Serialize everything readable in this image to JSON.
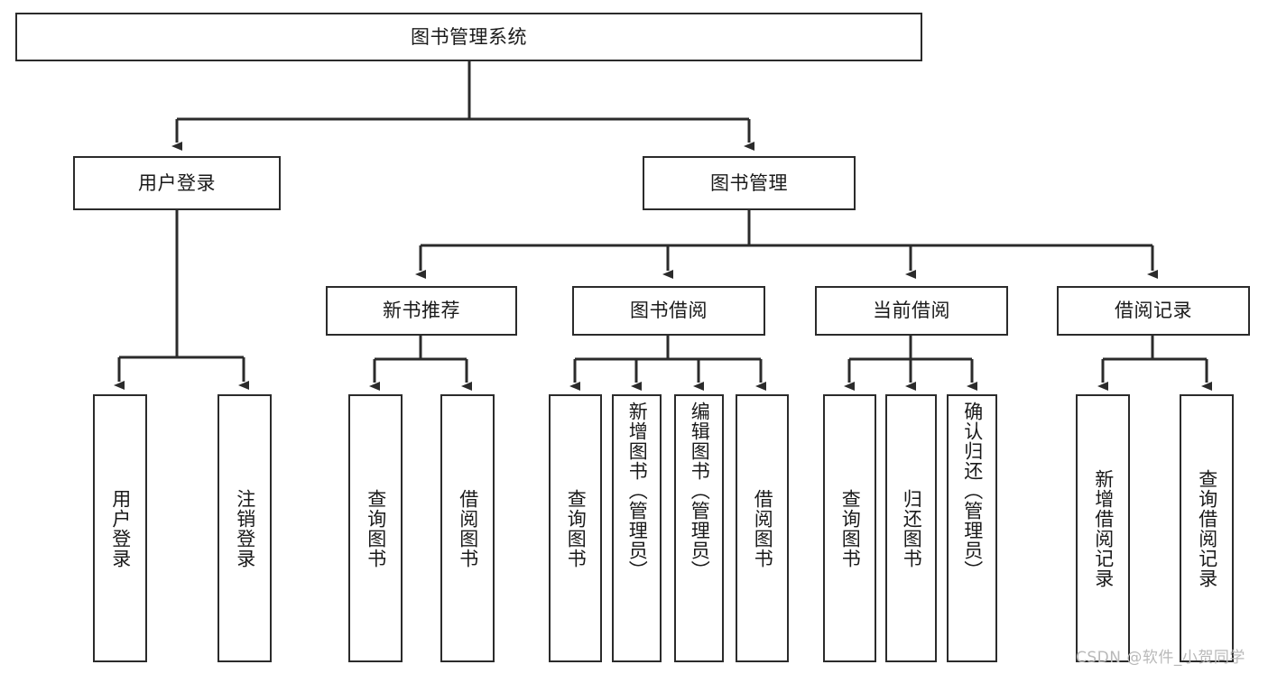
{
  "diagram": {
    "title": "图书管理系统",
    "type": "tree-hierarchy",
    "colors": {
      "background": "#ffffff",
      "border": "#2b2b2b",
      "text": "#1a1a1a",
      "watermark": "#b9b9b9"
    },
    "root": {
      "label": "图书管理系统"
    },
    "level1": [
      {
        "label": "用户登录"
      },
      {
        "label": "图书管理"
      }
    ],
    "level2": [
      {
        "label": "新书推荐"
      },
      {
        "label": "图书借阅"
      },
      {
        "label": "当前借阅"
      },
      {
        "label": "借阅记录"
      }
    ],
    "leaves": {
      "user_login": [
        {
          "label": "用户登录"
        },
        {
          "label": "注销登录"
        }
      ],
      "new_book_recommend": [
        {
          "label": "查询图书"
        },
        {
          "label": "借阅图书"
        }
      ],
      "book_borrow": [
        {
          "label": "查询图书"
        },
        {
          "label": "新增图书（管理员）"
        },
        {
          "label": "编辑图书（管理员）"
        },
        {
          "label": "借阅图书"
        }
      ],
      "current_borrow": [
        {
          "label": "查询图书"
        },
        {
          "label": "归还图书"
        },
        {
          "label": "确认归还（管理员）"
        }
      ],
      "borrow_record": [
        {
          "label": "新增借阅记录"
        },
        {
          "label": "查询借阅记录"
        }
      ]
    }
  },
  "watermark": {
    "text": "CSDN @软件_小贺同学"
  }
}
